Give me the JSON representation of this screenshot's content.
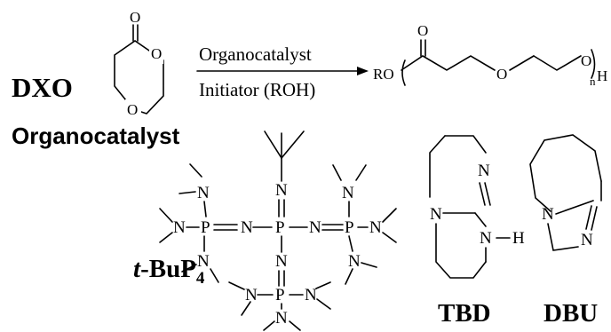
{
  "reaction": {
    "monomer_label": "DXO",
    "reagent_top": "Organocatalyst",
    "reagent_bottom": "Initiator (ROH)",
    "product": {
      "end_group_left": "RO",
      "carbonyl_o": "O",
      "ether_o": "O",
      "end_o": "O",
      "repeat_subscript": "n",
      "end_h": "H"
    },
    "monomer_atoms": {
      "carbonyl_o": "O",
      "ring_o1": "O",
      "ring_o2": "O"
    }
  },
  "section": {
    "title": "Organocatalyst"
  },
  "catalysts": [
    {
      "name_italic": "t",
      "name_main": "-BuP",
      "name_sub": "4"
    },
    {
      "name": "TBD"
    },
    {
      "name": "DBU"
    }
  ],
  "atoms": {
    "N": "N",
    "P": "P",
    "H": "H"
  }
}
